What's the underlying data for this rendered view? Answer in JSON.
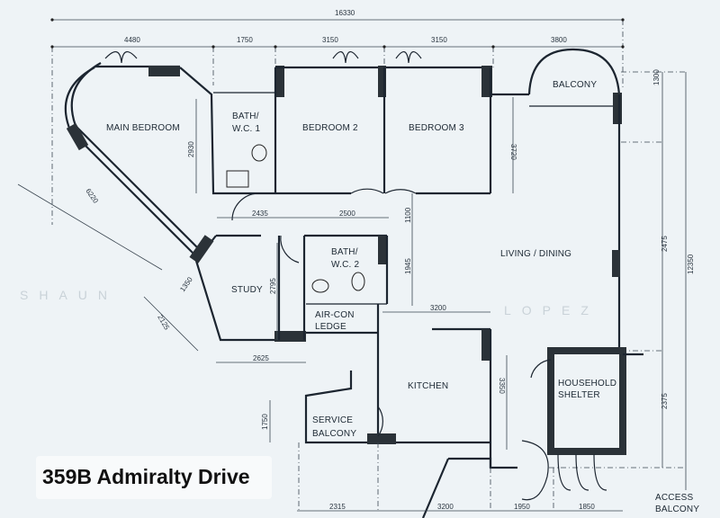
{
  "rooms": {
    "main_bedroom": "MAIN BEDROOM",
    "bath_wc1_a": "BATH/",
    "bath_wc1_b": "W.C. 1",
    "bedroom2": "BEDROOM 2",
    "bedroom3": "BEDROOM 3",
    "balcony": "BALCONY",
    "living_dining": "LIVING / DINING",
    "bath_wc2_a": "BATH/",
    "bath_wc2_b": "W.C. 2",
    "study": "STUDY",
    "aircon_a": "AIR-CON",
    "aircon_b": "LEDGE",
    "kitchen": "KITCHEN",
    "service_a": "SERVICE",
    "service_b": "BALCONY",
    "shelter_a": "HOUSEHOLD",
    "shelter_b": "SHELTER",
    "access_a": "ACCESS",
    "access_b": "BALCONY"
  },
  "dimensions": {
    "total_width": "16330",
    "top": [
      "4480",
      "1750",
      "3150",
      "3150",
      "3800"
    ],
    "right_1300": "1300",
    "right_2475": "2475",
    "right_12350": "12350",
    "right_2375": "2375",
    "bath1_2930": "2930",
    "bed3_3720": "3720",
    "diag_6220": "6220",
    "d_2435": "2435",
    "d_2500": "2500",
    "d_1100": "1100",
    "d_1945": "1945",
    "d_2795": "2795",
    "d_1350": "1350",
    "d_2125": "2125",
    "d_3200_kitchen": "3200",
    "d_2625": "2625",
    "d_3350": "3350",
    "d_1750": "1750",
    "bottom": [
      "2315",
      "3200",
      "1950",
      "1850"
    ]
  },
  "watermark": {
    "left": "SHAUN",
    "right": "LOPEZ"
  },
  "title": "359B Admiralty Drive",
  "colors": {
    "background": "#eef3f6",
    "ink": "#1c2530"
  }
}
